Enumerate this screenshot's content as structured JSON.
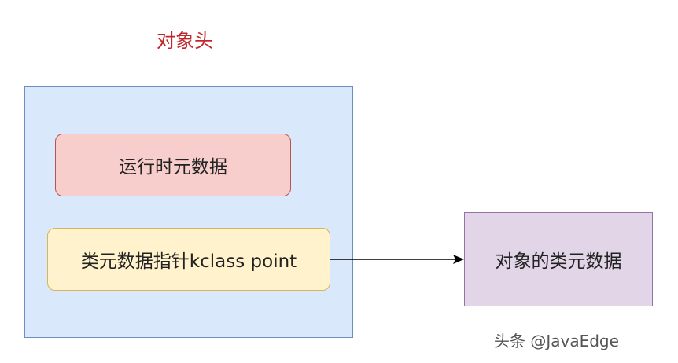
{
  "diagram": {
    "title": "对象头",
    "nodes": {
      "runtime_metadata": "运行时元数据",
      "class_pointer": "类元数据指针kclass point",
      "class_metadata": "对象的类元数据"
    },
    "watermark": "头条 @JavaEdge"
  }
}
